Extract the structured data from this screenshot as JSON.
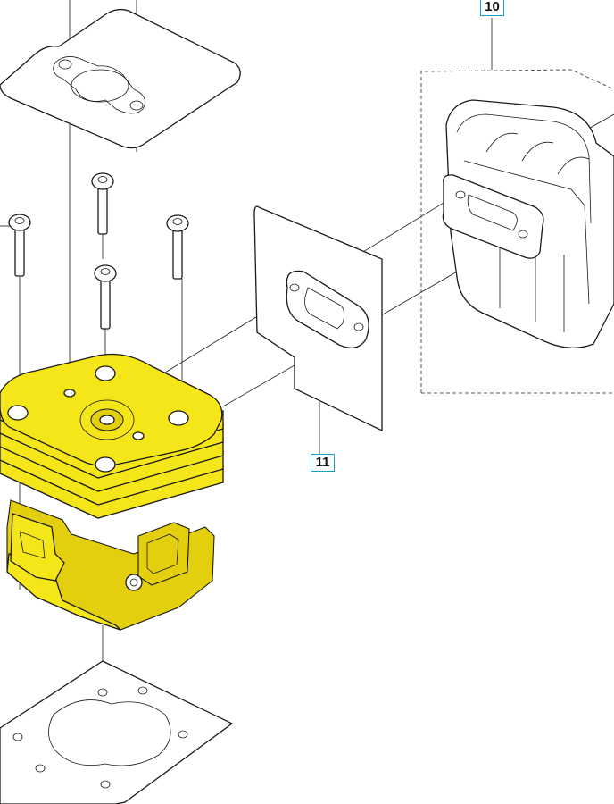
{
  "diagram": {
    "callouts": [
      {
        "id": "10",
        "label": "10"
      },
      {
        "id": "11",
        "label": "11"
      }
    ],
    "colors": {
      "highlight": "#f5e61a",
      "callout_border": "#1aa0c8",
      "line": "#1a1a1a"
    },
    "parts": [
      "cylinder-gasket-top",
      "screws",
      "cylinder",
      "muffler-gasket",
      "muffler",
      "base-gasket"
    ]
  }
}
